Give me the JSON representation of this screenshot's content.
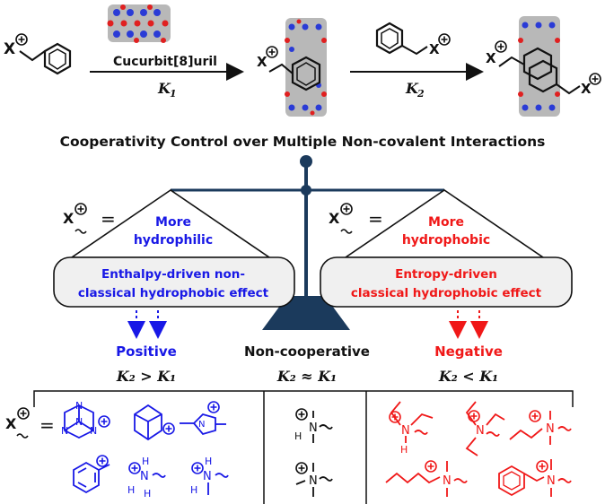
{
  "top": {
    "x_label": "X",
    "reagent_label": "Cucurbit[8]uril",
    "k1_label": "K",
    "k1_sub": "1",
    "k2_label": "K",
    "k2_sub": "2"
  },
  "title": "Cooperativity Control over Multiple Non-covalent Interactions",
  "left": {
    "x_label": "X",
    "equals": "=",
    "triangle_line1": "More",
    "triangle_line2": "hydrophilic",
    "box_line1": "Enthalpy-driven non-",
    "box_line2": "classical hydrophobic effect",
    "result": "Positive",
    "relation": "K₂ > K₁"
  },
  "center": {
    "result": "Non-cooperative",
    "relation": "K₂ ≈ K₁"
  },
  "right": {
    "x_label": "X",
    "equals": "=",
    "triangle_line1": "More",
    "triangle_line2": "hydrophobic",
    "box_line1": "Entropy-driven",
    "box_line2": "classical hydrophobic effect",
    "result": "Negative",
    "relation": "K₂ < K₁"
  },
  "bottom": {
    "x_label": "X",
    "equals": "=",
    "atom_n": "N",
    "atom_h": "H"
  },
  "colors": {
    "blue": "#1818e6",
    "red": "#f01818",
    "navy": "#1b3a5c",
    "black": "#111111"
  }
}
